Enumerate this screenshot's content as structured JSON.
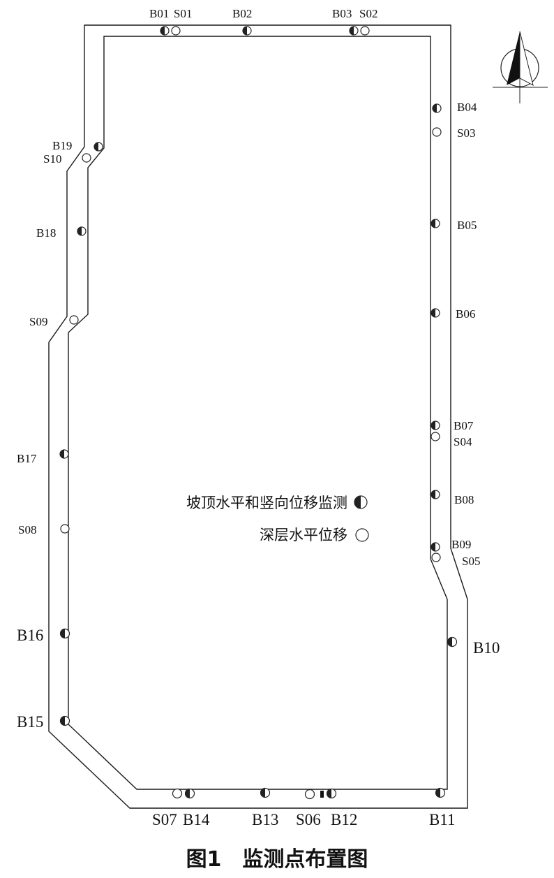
{
  "figure": {
    "caption": "图1　监测点布置图"
  },
  "legend": {
    "surface_label": "坡顶水平和竖向位移监测",
    "deep_label": "深层水平位移"
  },
  "compass": {
    "icon": "north-arrow-icon"
  },
  "points": {
    "B01": {
      "label": "B01",
      "type": "surface"
    },
    "S01": {
      "label": "S01",
      "type": "deep"
    },
    "B02": {
      "label": "B02",
      "type": "surface"
    },
    "B03": {
      "label": "B03",
      "type": "surface"
    },
    "S02": {
      "label": "S02",
      "type": "deep"
    },
    "B04": {
      "label": "B04",
      "type": "surface"
    },
    "S03": {
      "label": "S03",
      "type": "deep"
    },
    "B05": {
      "label": "B05",
      "type": "surface"
    },
    "B06": {
      "label": "B06",
      "type": "surface"
    },
    "B07": {
      "label": "B07",
      "type": "surface"
    },
    "S04": {
      "label": "S04",
      "type": "deep"
    },
    "B08": {
      "label": "B08",
      "type": "surface"
    },
    "B09": {
      "label": "B09",
      "type": "surface"
    },
    "S05": {
      "label": "S05",
      "type": "deep"
    },
    "B10": {
      "label": "B10",
      "type": "surface"
    },
    "B11": {
      "label": "B11",
      "type": "surface"
    },
    "B12": {
      "label": "B12",
      "type": "surface"
    },
    "S06": {
      "label": "S06",
      "type": "deep"
    },
    "B13": {
      "label": "B13",
      "type": "surface"
    },
    "B14": {
      "label": "B14",
      "type": "surface"
    },
    "S07": {
      "label": "S07",
      "type": "deep"
    },
    "B15": {
      "label": "B15",
      "type": "surface"
    },
    "B16": {
      "label": "B16",
      "type": "surface"
    },
    "S08": {
      "label": "S08",
      "type": "deep"
    },
    "B17": {
      "label": "B17",
      "type": "surface"
    },
    "S09": {
      "label": "S09",
      "type": "deep"
    },
    "B18": {
      "label": "B18",
      "type": "surface"
    },
    "B19": {
      "label": "B19",
      "type": "surface"
    },
    "S10": {
      "label": "S10",
      "type": "deep"
    }
  }
}
